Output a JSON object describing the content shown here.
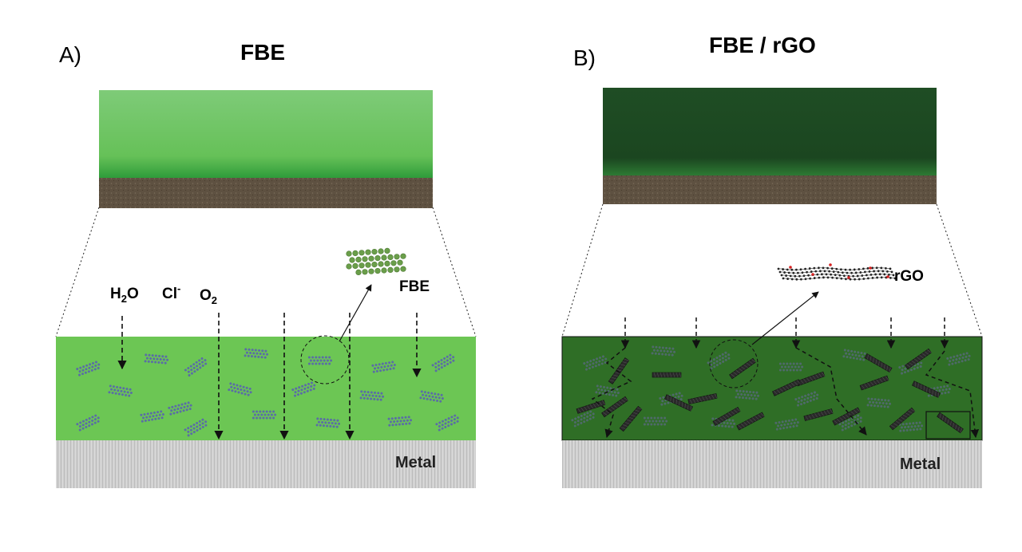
{
  "panel_a": {
    "label": "A)",
    "title": "FBE",
    "species": {
      "water_main": "H",
      "water_sub": "2",
      "water_tail": "O",
      "chloride_main": "Cl",
      "chloride_sup": "-",
      "oxygen_main": "O",
      "oxygen_sub": "2"
    },
    "particle_label": "FBE",
    "metal_label": "Metal",
    "colors": {
      "coating": "#6cc654",
      "coating_top": "#66c158",
      "substrate": "#5b4e3d",
      "metal": "#cdcdcd"
    }
  },
  "panel_b": {
    "label": "B)",
    "title": "FBE / rGO",
    "particle_label": "rGO",
    "metal_label": "Metal",
    "colors": {
      "coating": "#2f6e26",
      "coating_top": "#1d4a22",
      "substrate": "#5b4e3d",
      "metal": "#cdcdcd",
      "flake": "#2a2a2a",
      "oxygen_atom": "#d62020"
    }
  }
}
